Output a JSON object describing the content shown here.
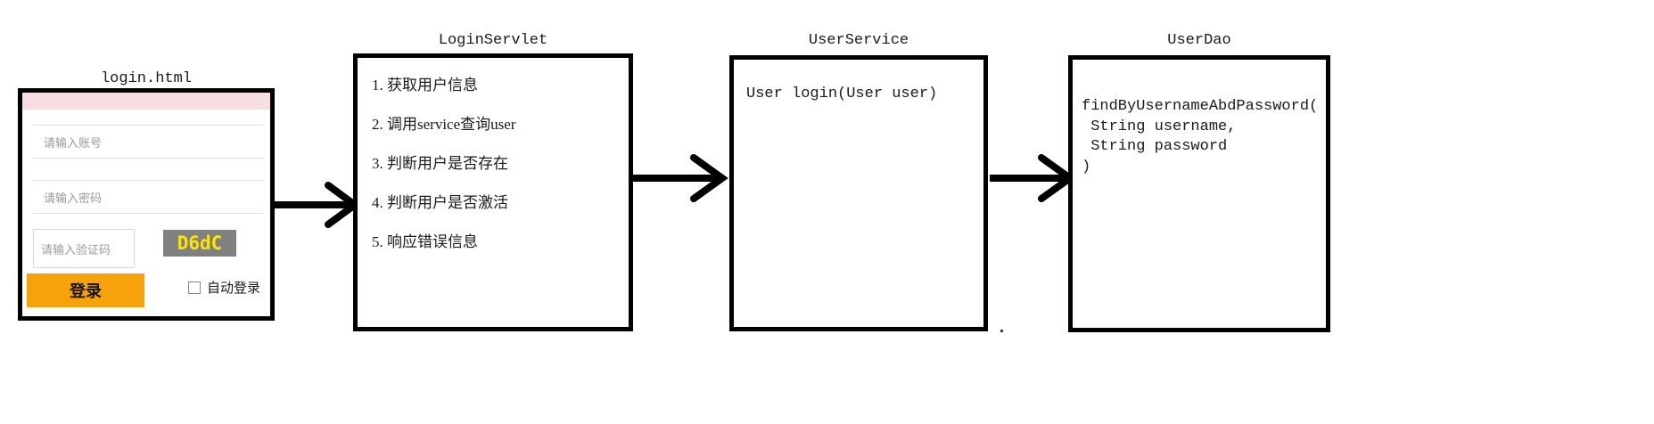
{
  "diagram": {
    "title_font_note": "monospace titles above each box",
    "boxes": [
      {
        "id": "login-html",
        "title": "login.html"
      },
      {
        "id": "login-servlet",
        "title": "LoginServlet"
      },
      {
        "id": "user-service",
        "title": "UserService"
      },
      {
        "id": "user-dao",
        "title": "UserDao"
      }
    ]
  },
  "login_form": {
    "account_placeholder": "请输入账号",
    "password_placeholder": "请输入密码",
    "captcha_placeholder": "请输入验证码",
    "captcha_code": "D6dC",
    "captcha_bg_color": "#808080",
    "captcha_text_color": "#ffe400",
    "submit_label": "登录",
    "submit_color": "#f7a20a",
    "auto_login_label": "自动登录",
    "auto_login_checked": false,
    "header_strip_color": "#f6dee0"
  },
  "login_servlet": {
    "title": "LoginServlet",
    "steps": [
      "1. 获取用户信息",
      "2. 调用service查询user",
      "3. 判断用户是否存在",
      "4. 判断用户是否激活",
      "5. 响应错误信息"
    ]
  },
  "user_service": {
    "title": "UserService",
    "signature": "User login(User user)"
  },
  "user_dao": {
    "title": "UserDao",
    "signature": "findByUsernameAbdPassword(\n String username,\n String password\n)"
  },
  "arrows": [
    {
      "id": "arrow-login-to-servlet",
      "direction": "right"
    },
    {
      "id": "arrow-servlet-to-service",
      "direction": "right"
    },
    {
      "id": "arrow-service-to-dao",
      "direction": "right"
    }
  ]
}
